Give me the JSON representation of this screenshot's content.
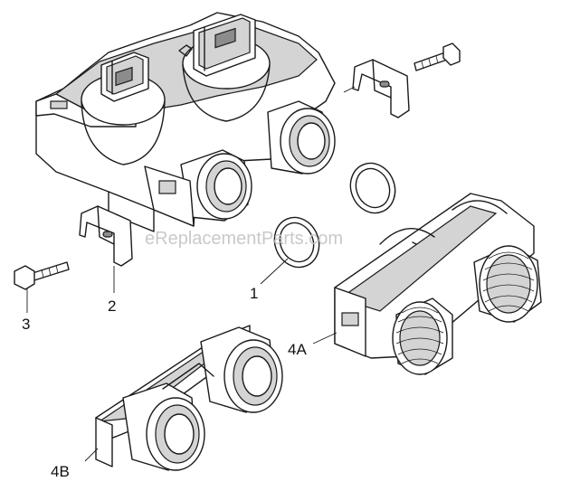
{
  "diagram": {
    "watermark": "eReplacementParts.com",
    "callouts": {
      "part_1": "1",
      "part_2": "2",
      "part_3": "3",
      "part_4a": "4A",
      "part_4b": "4B"
    },
    "colors": {
      "line": "#1a1a1a",
      "shade": "#d4d4d4",
      "watermark": "#c9c9c9"
    }
  }
}
